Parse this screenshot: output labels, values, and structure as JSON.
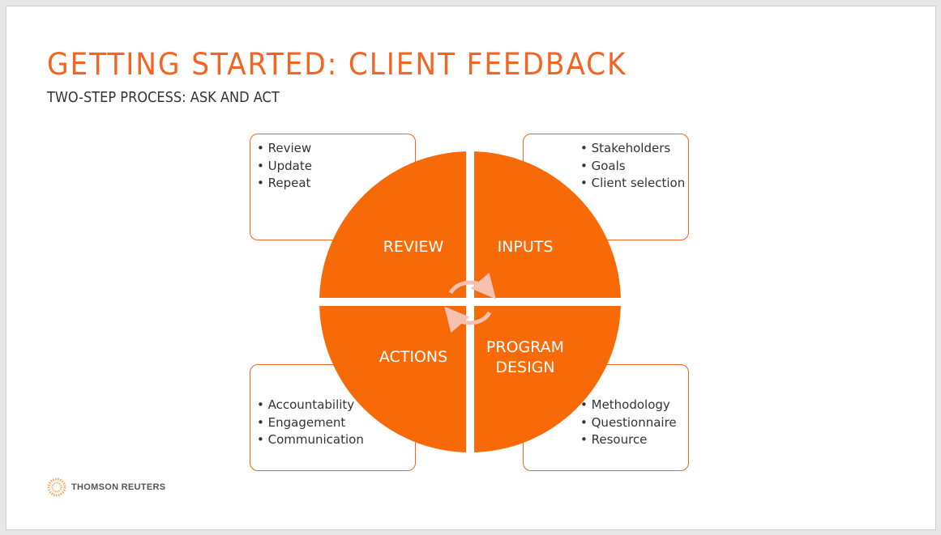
{
  "title": "GETTING STARTED: CLIENT FEEDBACK",
  "subtitle": "TWO-STEP PROCESS: ASK AND ACT",
  "colors": {
    "accent": "#f26522",
    "quadrant": "#f86a08",
    "arrow": "#f6c1b0"
  },
  "quadrants": {
    "review": {
      "label": "REVIEW",
      "items": [
        "Review",
        "Update",
        "Repeat"
      ]
    },
    "inputs": {
      "label": "INPUTS",
      "items": [
        "Stakeholders",
        "Goals",
        "Client selection"
      ]
    },
    "actions": {
      "label": "ACTIONS",
      "items": [
        "Accountability",
        "Engagement",
        "Communication"
      ]
    },
    "program_design": {
      "label_line1": "PROGRAM",
      "label_line2": "DESIGN",
      "items": [
        "Methodology",
        "Questionnaire",
        "Resource"
      ]
    }
  },
  "logo": {
    "text": "THOMSON REUTERS",
    "icon": "thomson-reuters-sphere-icon"
  }
}
